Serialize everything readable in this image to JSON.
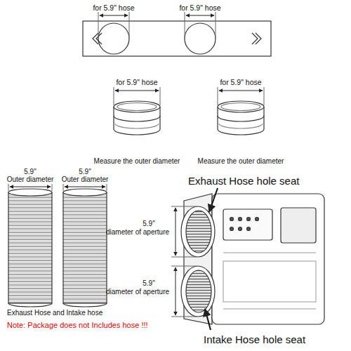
{
  "diagram": {
    "labels": [
      "for 5.9\" hose",
      "for 5.9\" hose",
      "for 5.9\" hose",
      "for 5.9\" hose",
      "Measure the outer diameter",
      "Measure the outer diameter",
      "5.9\"",
      "Outer diameter",
      "5.9\"",
      "Outer diameter",
      "Exhaust Hose hole seat",
      "5.9\"",
      "diameter of aperture",
      "5.9\"",
      "diameter of aperture",
      "Exhaust Hose and Intake hose",
      "Note: Package does not Includes hose !!!",
      "Intake Hose hole seat"
    ]
  }
}
